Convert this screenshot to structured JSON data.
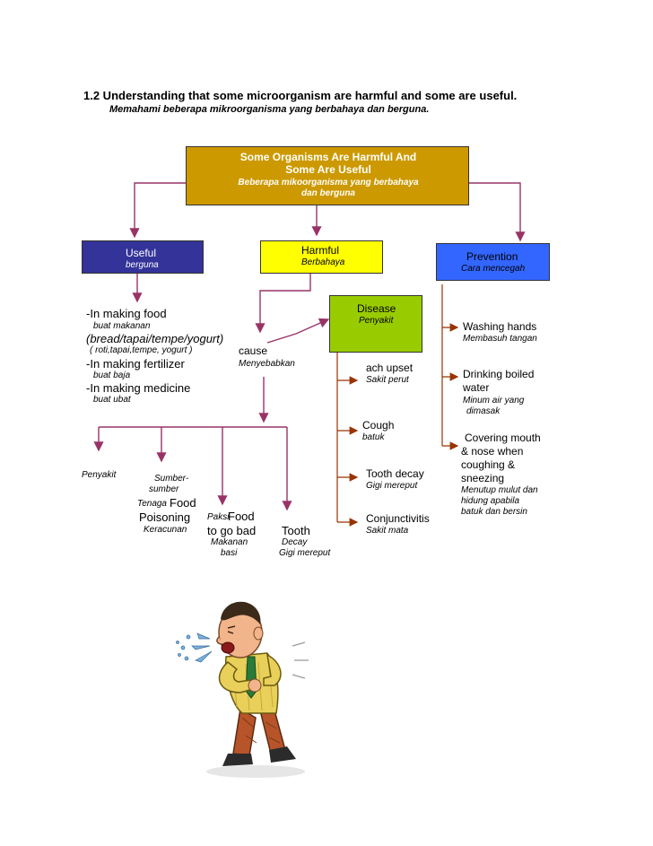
{
  "heading": {
    "title": "1.2  Understanding that some microorganism are harmful and some are useful.",
    "subtitle": "Memahami beberapa mikroorganisma yang berbahaya dan berguna."
  },
  "root": {
    "line1": "Some Organisms Are Harmful And",
    "line2": "Some Are Useful",
    "it1": "Beberapa mikoorganisma yang berbahaya",
    "it2": "dan berguna",
    "color": "#cc9900"
  },
  "useful": {
    "label": "Useful",
    "sub": "berguna",
    "color": "#333399",
    "items": [
      {
        "label": "-In making food",
        "sub": "buat makanan"
      },
      {
        "label": "(bread/tapai/tempe/yogurt)",
        "sub": "( roti,tapai,tempe, yogurt )"
      },
      {
        "label": "-In making fertilizer",
        "sub": "buat baja"
      },
      {
        "label": "-In making medicine",
        "sub": "buat ubat"
      }
    ]
  },
  "harmful": {
    "label": "Harmful",
    "sub": "Berbahaya",
    "color": "#ffff00",
    "cause": "cause",
    "cause_sub": "Menyebabkan",
    "effects": {
      "penyakit": "Penyakit",
      "sumber1": "Sumber-",
      "sumber2": "sumber",
      "tenaga": "Tenaga",
      "food": "Food",
      "poisoning": "Poisoning",
      "keracunan": "Keracunan",
      "paksi": "Paksi",
      "food2": "Food",
      "to_go_bad": "to go bad",
      "makanan": "Makanan",
      "basi": "basi",
      "tooth": "Tooth",
      "decay": "Decay",
      "gigi": "Gigi mereput"
    }
  },
  "disease": {
    "label": "Disease",
    "sub": "Penyakit",
    "color": "#99cc00",
    "items": [
      {
        "label": "ach upset",
        "sub": "Sakit perut"
      },
      {
        "label": "Cough",
        "sub": "batuk"
      },
      {
        "label": "Tooth decay",
        "sub": "Gigi mereput"
      },
      {
        "label": "Conjunctivitis",
        "sub": "Sakit mata"
      }
    ]
  },
  "prevention": {
    "label": "Prevention",
    "sub": "Cara mencegah",
    "color": "#3366ff",
    "items": [
      {
        "l1": "Washing hands",
        "s1": "Membasuh tangan"
      },
      {
        "l1": "Drinking boiled",
        "l2": "water",
        "s1": "Minum air yang",
        "s2": "dimasak"
      },
      {
        "l1": "Covering mouth",
        "l2": "& nose when",
        "l3": "coughing &",
        "l4": "sneezing",
        "s1": "Menutup mulut dan",
        "s2": "hidung apabila",
        "s3": "batuk dan bersin"
      }
    ]
  },
  "colors": {
    "arrow": "#993366",
    "line": "#993300"
  }
}
